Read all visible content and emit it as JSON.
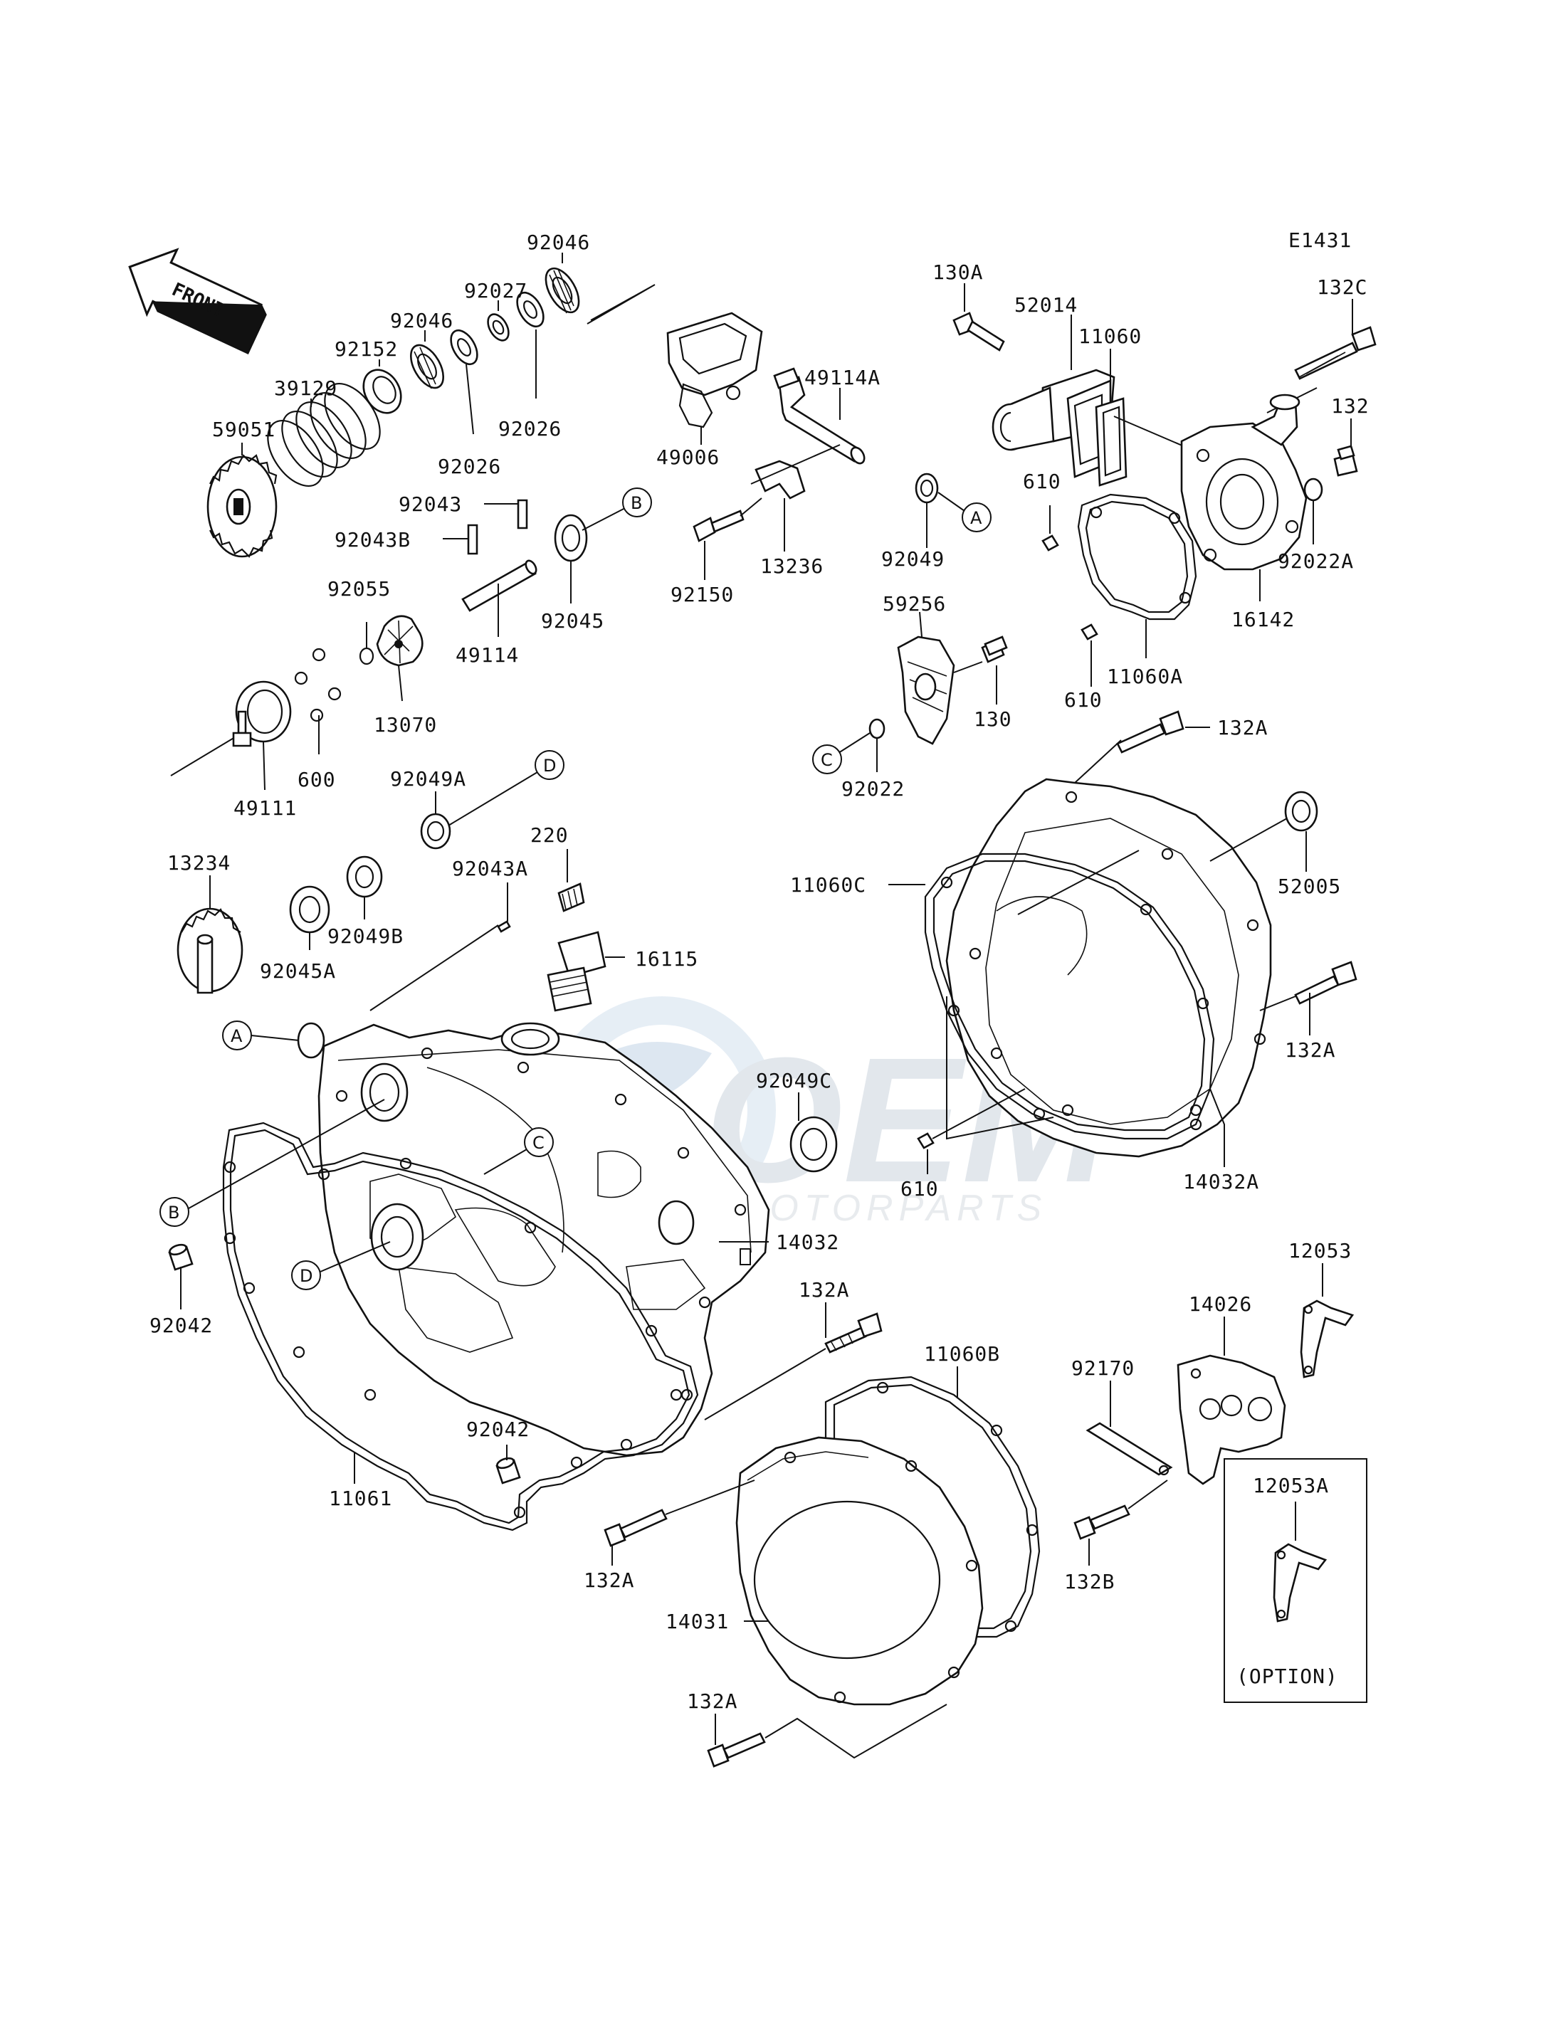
{
  "diagram_id": "E1431",
  "front_label": "FRONT",
  "option_label": "(OPTION)",
  "watermark": {
    "brand": "OEM",
    "sub": "MOTORPARTS"
  },
  "ref_markers": [
    "A",
    "B",
    "C",
    "D"
  ],
  "part_numbers": {
    "p92046_top": "92046",
    "p92027": "92027",
    "p92046_mid": "92046",
    "p92152": "92152",
    "p39129": "39129",
    "p59051": "59051",
    "p92026_a": "92026",
    "p92026_b": "92026",
    "p92043": "92043",
    "p92043B": "92043B",
    "p92045": "92045",
    "p92055": "92055",
    "p49114": "49114",
    "p13070": "13070",
    "p600": "600",
    "p49111": "49111",
    "p92049A": "92049A",
    "p220": "220",
    "p92043A": "92043A",
    "p13234": "13234",
    "p92049B": "92049B",
    "p92045A": "92045A",
    "p16115": "16115",
    "p49006": "49006",
    "p49114A": "49114A",
    "p92150": "92150",
    "p13236": "13236",
    "p92049": "92049",
    "p59256": "59256",
    "p130": "130",
    "p92022": "92022",
    "p130A": "130A",
    "p52014": "52014",
    "p11060": "11060",
    "p132C": "132C",
    "p132": "132",
    "p610_a": "610",
    "p92022A": "92022A",
    "p16142": "16142",
    "p11060A": "11060A",
    "p610_b": "610",
    "p132A_a": "132A",
    "p11060C": "11060C",
    "p52005": "52005",
    "p132A_b": "132A",
    "p92049C": "92049C",
    "p610_c": "610",
    "p14032A": "14032A",
    "p14032": "14032",
    "p92042_a": "92042",
    "p92042_b": "92042",
    "p11061": "11061",
    "p132A_c": "132A",
    "p11060B": "11060B",
    "p132A_d": "132A",
    "p14031": "14031",
    "p132A_e": "132A",
    "p12053": "12053",
    "p14026": "14026",
    "p92170": "92170",
    "p132B": "132B",
    "p12053A": "12053A"
  }
}
